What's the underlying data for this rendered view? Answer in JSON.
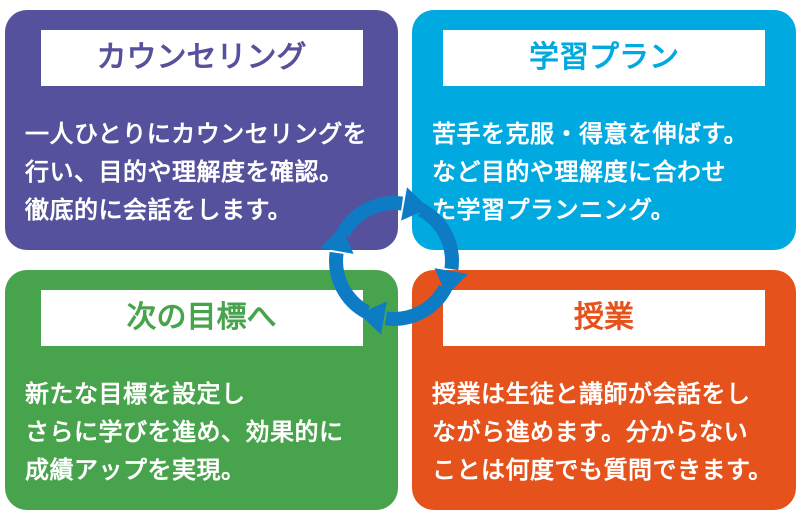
{
  "background_color": "#ffffff",
  "title_bar_color": "#ffffff",
  "body_text_color": "#ffffff",
  "cards": [
    {
      "id": "counseling",
      "title": "カウンセリング",
      "body": "一人ひとりにカウンセリングを\n行い、目的や理解度を確認。\n徹底的に会話をします。",
      "color": "#55519c"
    },
    {
      "id": "learning-plan",
      "title": "学習プラン",
      "body": "苦手を克服・得意を伸ばす。\nなど目的や理解度に合わせ\nた学習プランニング。",
      "color": "#00a9e0"
    },
    {
      "id": "next-goal",
      "title": "次の目標へ",
      "body": "新たな目標を設定し\nさらに学びを進め、効果的に\n成績アップを実現。",
      "color": "#48a44c"
    },
    {
      "id": "lesson",
      "title": "授業",
      "body": "授業は生徒と講師が会話をし\nながら進めます。分からない\nことは何度でも質問できます。",
      "color": "#e5521b"
    }
  ],
  "cycle_icon": {
    "name": "clockwise-cycle-arrows",
    "color": "#0e7cc4"
  }
}
